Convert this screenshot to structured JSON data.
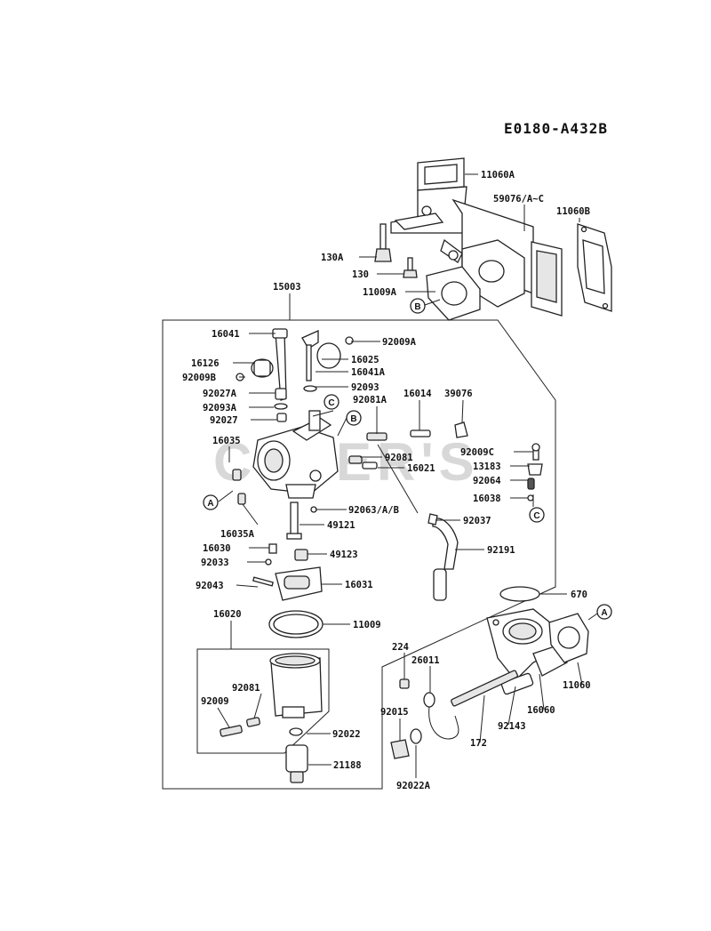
{
  "diagram": {
    "code": "E0180-A432B",
    "watermark": "CSLER'S",
    "references": [
      "A",
      "B",
      "C"
    ],
    "callouts": {
      "p11060A": "11060A",
      "p59076": "59076/A~C",
      "p11060B": "11060B",
      "p130A": "130A",
      "p130": "130",
      "p11009A": "11009A",
      "p15003": "15003",
      "p16041": "16041",
      "p92009A": "92009A",
      "p16126": "16126",
      "p16025": "16025",
      "p92009B": "92009B",
      "p16041A": "16041A",
      "p92027A": "92027A",
      "p92093": "92093",
      "p92093A": "92093A",
      "p92081A": "92081A",
      "p16014": "16014",
      "p39076": "39076",
      "p92027": "92027",
      "p16035": "16035",
      "p92009C": "92009C",
      "p92081": "92081",
      "p16021": "16021",
      "p13183": "13183",
      "p92064": "92064",
      "p16038": "16038",
      "p92063": "92063/A/B",
      "p16035A": "16035A",
      "p49121": "49121",
      "p92037": "92037",
      "p16030": "16030",
      "p49123": "49123",
      "p92191": "92191",
      "p92033": "92033",
      "p92043": "92043",
      "p16031": "16031",
      "p670": "670",
      "p16020": "16020",
      "p11009": "11009",
      "p224": "224",
      "p26011": "26011",
      "p92081b": "92081",
      "p92009": "92009",
      "p92015": "92015",
      "p92143": "92143",
      "p16060": "16060",
      "p11060": "11060",
      "p172": "172",
      "p92022": "92022",
      "p21188": "21188",
      "p92022A": "92022A"
    }
  }
}
